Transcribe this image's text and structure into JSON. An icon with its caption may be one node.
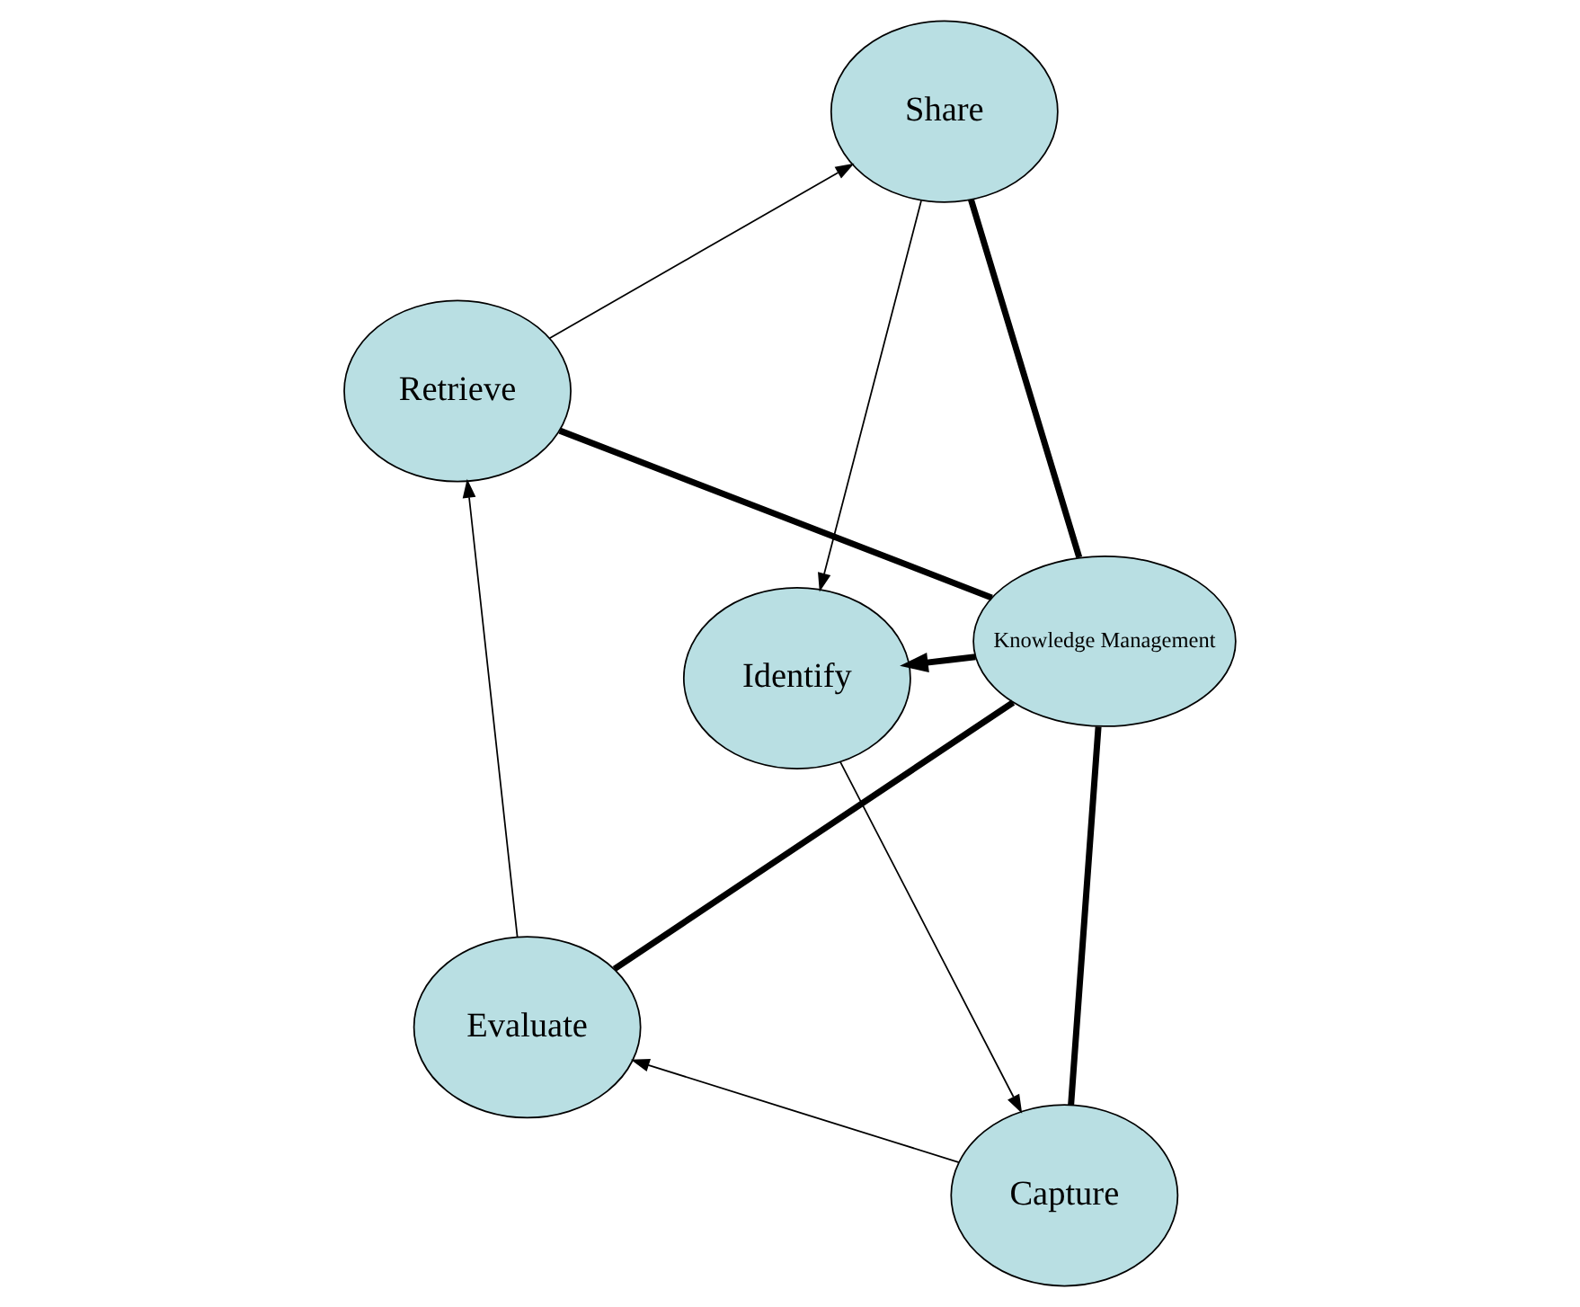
{
  "diagram": {
    "nodes": [
      {
        "text": [
          "Identify"
        ]
      },
      {
        "text": [
          "Capture"
        ]
      },
      {
        "text": [
          "Evaluate"
        ]
      },
      {
        "text": [
          "Retrieve"
        ]
      },
      {
        "text": [
          "Share"
        ]
      },
      {
        "text": [
          "Knowledge Management"
        ]
      }
    ],
    "edges": [
      {
        "from": 0,
        "to": 1,
        "arrow": "to"
      },
      {
        "from": 1,
        "to": 2,
        "arrow": "to"
      },
      {
        "from": 2,
        "to": 3,
        "arrow": "to"
      },
      {
        "from": 3,
        "to": 4,
        "arrow": "to"
      },
      {
        "from": 4,
        "to": 0,
        "arrow": "to"
      },
      {
        "from": 5,
        "to": 0,
        "arrow": "to",
        "style": "thick"
      },
      {
        "from": 5,
        "to": 1,
        "arrow": "none",
        "style": "thick"
      },
      {
        "from": 5,
        "to": 2,
        "arrow": "none",
        "style": "thick"
      },
      {
        "from": 5,
        "to": 3,
        "arrow": "none",
        "style": "thick"
      },
      {
        "from": 5,
        "to": 4,
        "arrow": "none",
        "style": "thick"
      }
    ]
  }
}
